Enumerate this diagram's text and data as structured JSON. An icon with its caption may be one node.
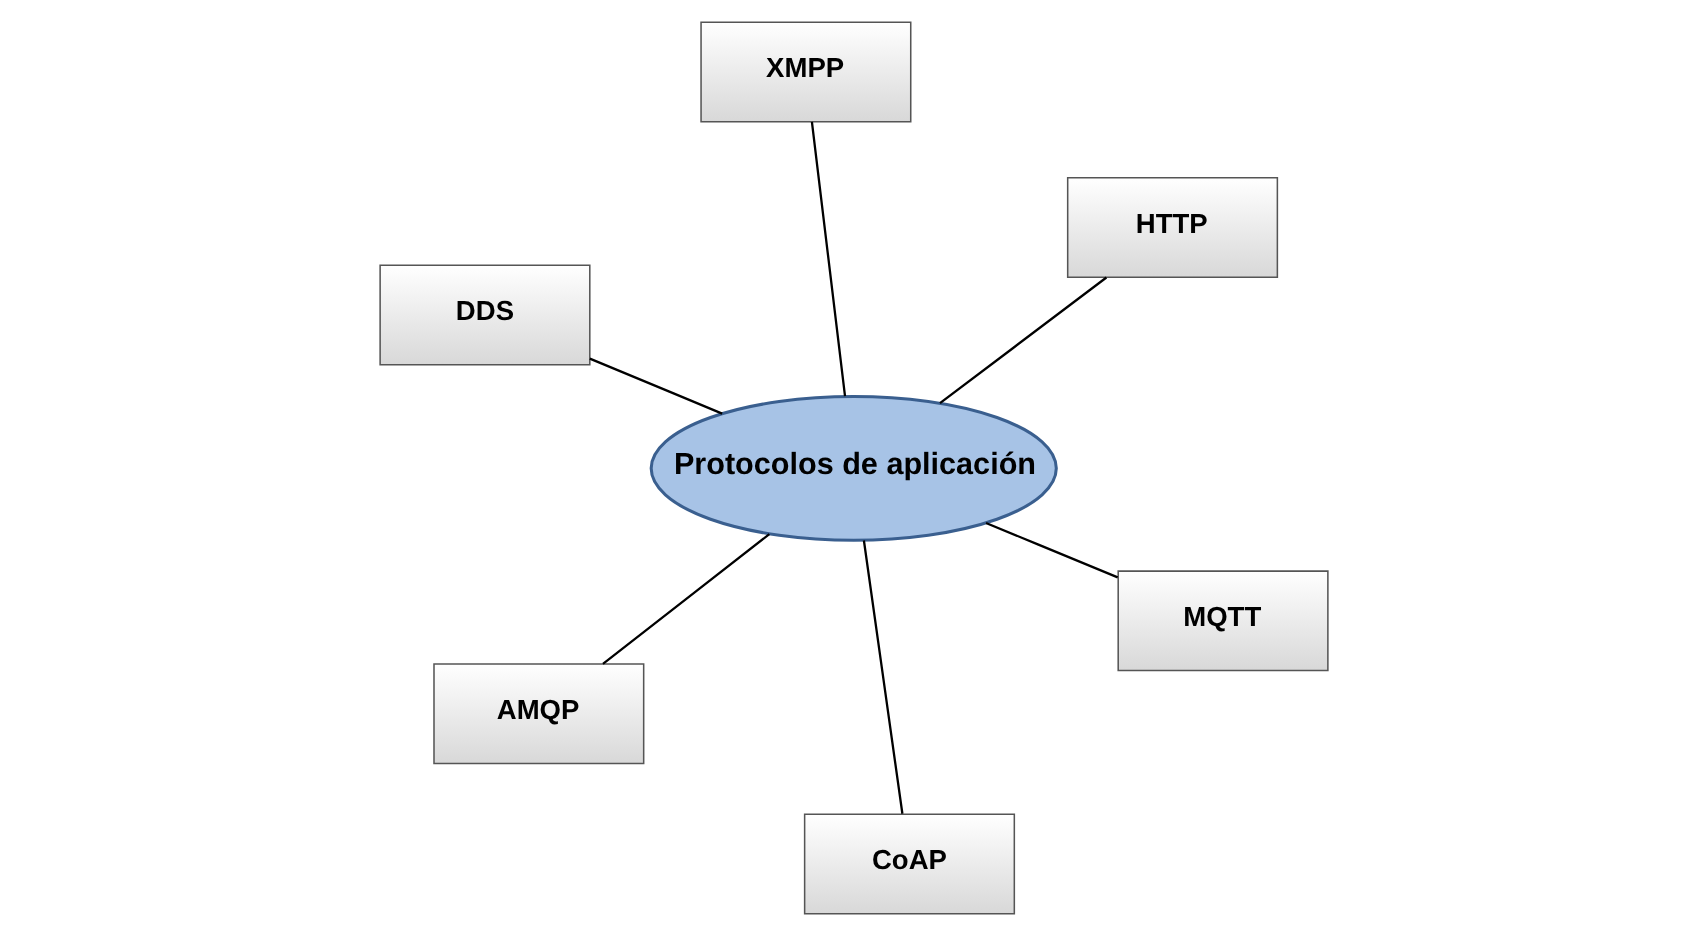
{
  "diagram": {
    "nodes": [
      {
        "text": [
          "DDS"
        ]
      },
      {
        "text": [
          "MQTT"
        ]
      },
      {
        "text": [
          "CoAP"
        ]
      },
      {
        "text": [
          "Protocolos de aplicación"
        ]
      },
      {
        "text": [
          "HTTP"
        ]
      },
      {
        "text": [
          "XMPP"
        ]
      },
      {
        "text": [
          "AMQP"
        ]
      }
    ],
    "edges": [
      {
        "from": 3,
        "to": 0,
        "arrow": "none"
      },
      {
        "from": 3,
        "to": 1,
        "arrow": "none"
      },
      {
        "from": 3,
        "to": 2,
        "arrow": "none"
      },
      {
        "from": 3,
        "to": 4,
        "arrow": "none"
      },
      {
        "from": 3,
        "to": 5,
        "arrow": "none"
      },
      {
        "from": 3,
        "to": 6,
        "arrow": "none"
      }
    ]
  }
}
